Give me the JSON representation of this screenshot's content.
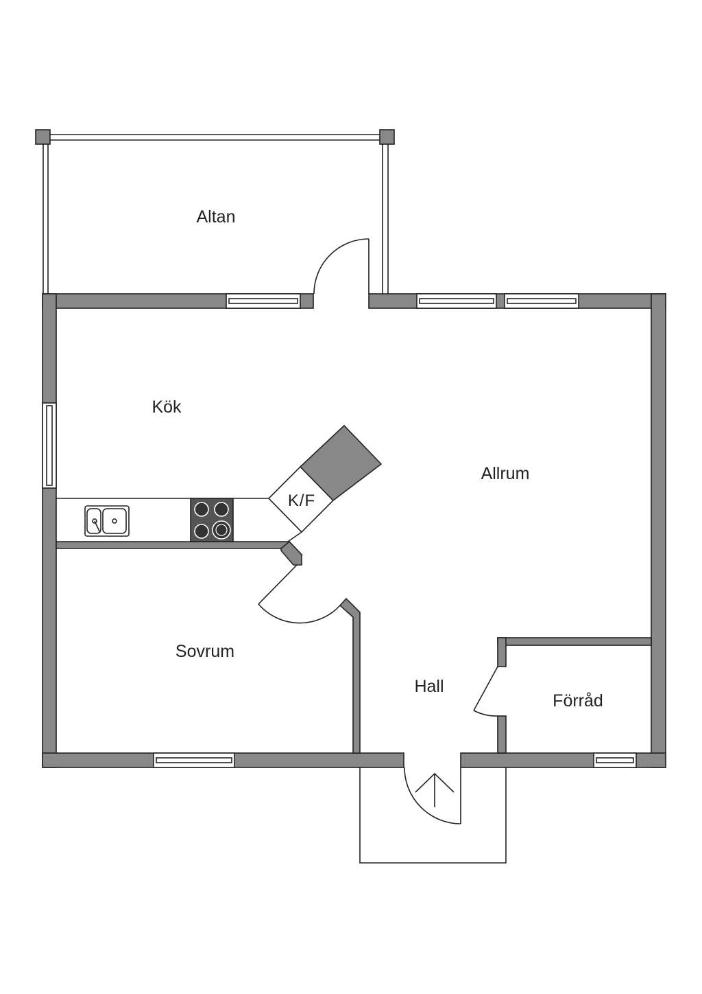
{
  "rooms": {
    "altan": "Altan",
    "kok": "Kök",
    "allrum": "Allrum",
    "sovrum": "Sovrum",
    "hall": "Hall",
    "forrad": "Förråd"
  },
  "appliances": {
    "fridge_freezer": "K/F"
  },
  "colors": {
    "wall": "#888888",
    "line": "#222222",
    "stove": "#555555"
  }
}
